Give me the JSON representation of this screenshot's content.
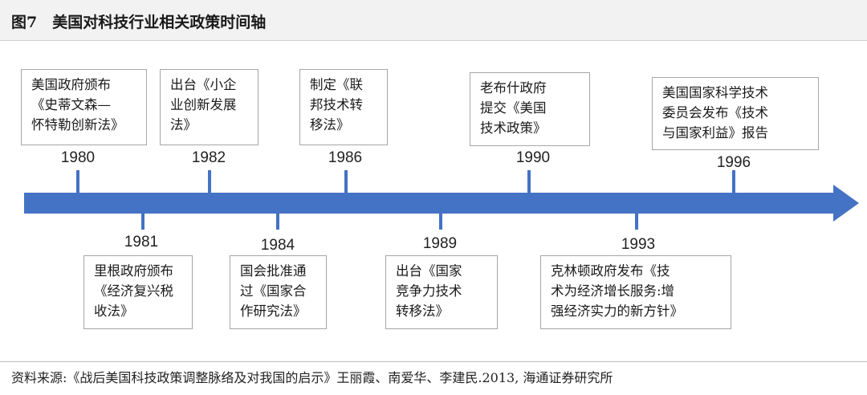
{
  "title": "图7　美国对科技行业相关政策时间轴",
  "colors": {
    "axis": "#4472c4",
    "box_border": "#a6a6a6",
    "title_bar": "#f2f2f2"
  },
  "events": [
    {
      "year": "1980",
      "text": "美国政府颁布\n《史蒂文森—\n怀特勒创新法》"
    },
    {
      "year": "1981",
      "text": "里根政府颁布\n《经济复兴税\n收法》"
    },
    {
      "year": "1982",
      "text": "出台《小企\n业创新发展\n法》"
    },
    {
      "year": "1984",
      "text": "国会批准通\n过《国家合\n作研究法》"
    },
    {
      "year": "1986",
      "text": "制定《联\n邦技术转\n移法》"
    },
    {
      "year": "1989",
      "text": "出台《国家\n竞争力技术\n转移法》"
    },
    {
      "year": "1990",
      "text": "老布什政府\n提交《美国\n技术政策》"
    },
    {
      "year": "1993",
      "text": "克林顿政府发布《技\n术为经济增长服务:增\n强经济实力的新方针》"
    },
    {
      "year": "1996",
      "text": "美国国家科学技术\n委员会发布《技术\n与国家利益》报告"
    }
  ],
  "source": "资料来源:《战后美国科技政策调整脉络及对我国的启示》王丽霞、南爱华、李建民.2013, 海通证券研究所"
}
